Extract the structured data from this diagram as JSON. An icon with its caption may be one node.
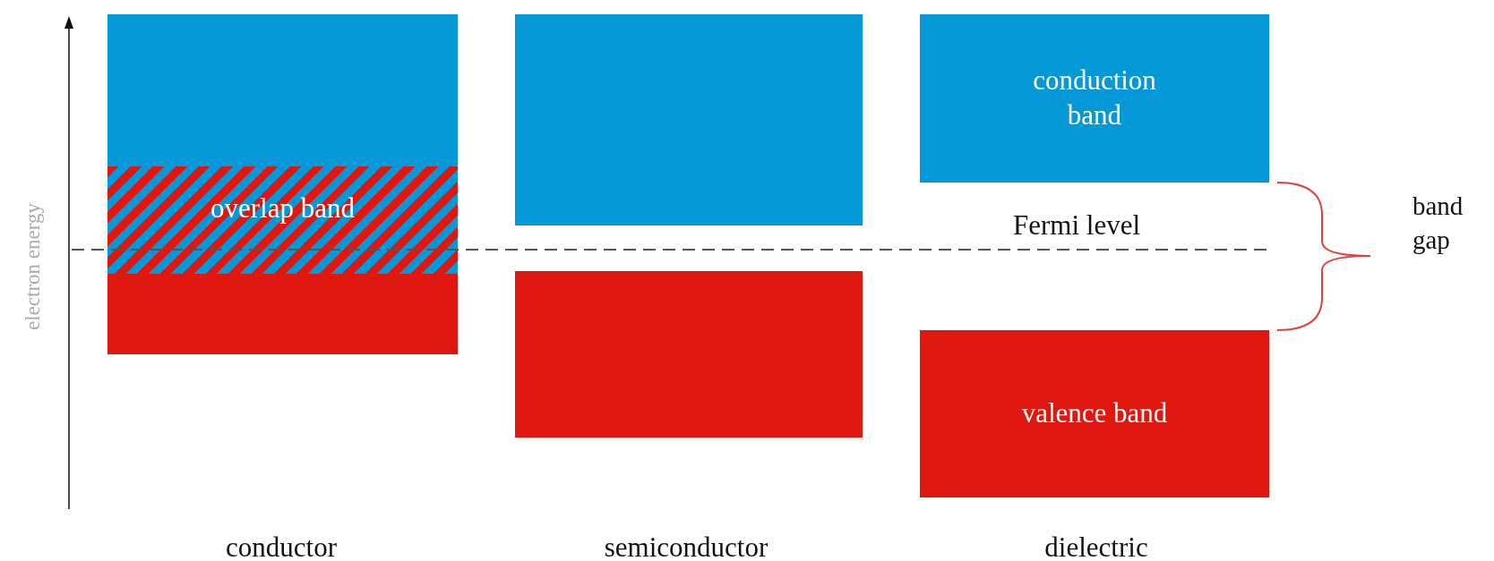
{
  "diagram": {
    "nodes": [
      {
        "text": [],
        "shape": "box"
      },
      {
        "text": [
          "overlap band"
        ]
      },
      {
        "text": [],
        "shape": "box"
      },
      {
        "text": [],
        "shape": "box"
      },
      {
        "text": [],
        "shape": "box"
      },
      {
        "text": [
          "conduction band"
        ]
      },
      {
        "text": [
          "valence band"
        ]
      }
    ],
    "labels": [
      "electron energy",
      "Fermi level",
      "band gap",
      "conductor",
      "semiconductor",
      "dielectric"
    ]
  }
}
